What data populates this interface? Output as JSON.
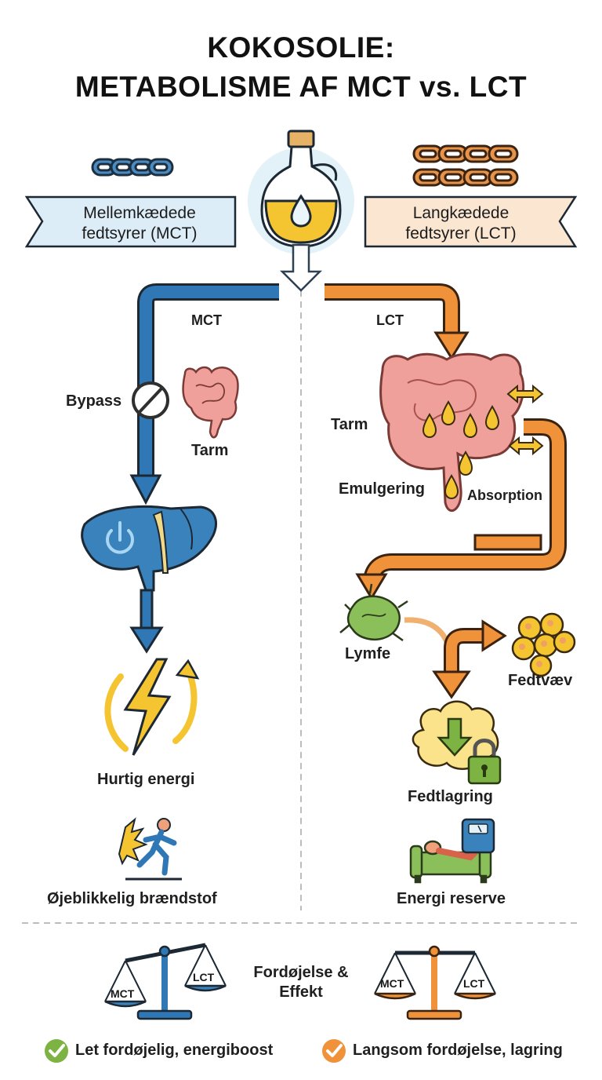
{
  "title": {
    "line1": "KOKOSOLIE:",
    "line2": "METABOLISME AF MCT vs. LCT"
  },
  "left_banner": {
    "line1": "Mellemkædede",
    "line2": "fedtsyrer (MCT)"
  },
  "right_banner": {
    "line1": "Langkædede",
    "line2": "fedtsyrer (LCT)"
  },
  "mct_path": {
    "label": "MCT",
    "bypass": "Bypass",
    "intestine": "Tarm",
    "energy": "Hurtig energi",
    "fuel": "Øjeblikkelig brændstof"
  },
  "lct_path": {
    "label": "LCT",
    "intestine": "Tarm",
    "emulsify": "Emulgering",
    "absorption": "Absorption",
    "lymph": "Lymfe",
    "adipose": "Fedtvæv",
    "storage": "Fedtlagring",
    "reserve": "Energi reserve"
  },
  "comparison": {
    "center_line1": "Fordøjelse &",
    "center_line2": "Effekt",
    "scale_left": "MCT",
    "scale_right": "LCT",
    "mct_summary": "Let fordøjelig, energiboost",
    "lct_summary": "Langsom fordøjelse, lagring"
  },
  "colors": {
    "mct_blue": "#2f78b5",
    "lct_orange": "#f0923a",
    "check_green": "#7cb342"
  },
  "icons": [
    "oil-bottle-icon",
    "chain-icon",
    "intestine-icon",
    "liver-icon",
    "power-icon",
    "lightning-icon",
    "runner-icon",
    "lymph-node-icon",
    "fat-cells-icon",
    "storage-blob-icon",
    "lock-icon",
    "sofa-icon",
    "scale-icon",
    "check-icon"
  ]
}
